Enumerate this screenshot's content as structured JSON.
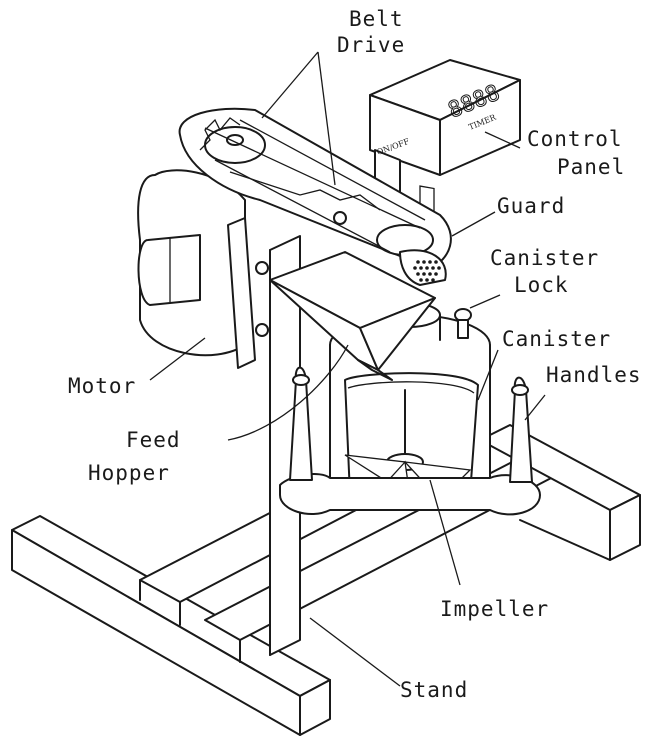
{
  "labels": {
    "belt": "Belt",
    "drive": "Drive",
    "control": "Control",
    "panel": "Panel",
    "guard": "Guard",
    "canister": "Canister",
    "lock": "Lock",
    "canister2": "Canister",
    "handles": "Handles",
    "motor": "Motor",
    "feed": "Feed",
    "hopper": "Hopper",
    "impeller": "Impeller",
    "stand": "Stand"
  },
  "panel": {
    "onoff": "ON/OFF",
    "timer": "TIMER",
    "display": "8888"
  }
}
